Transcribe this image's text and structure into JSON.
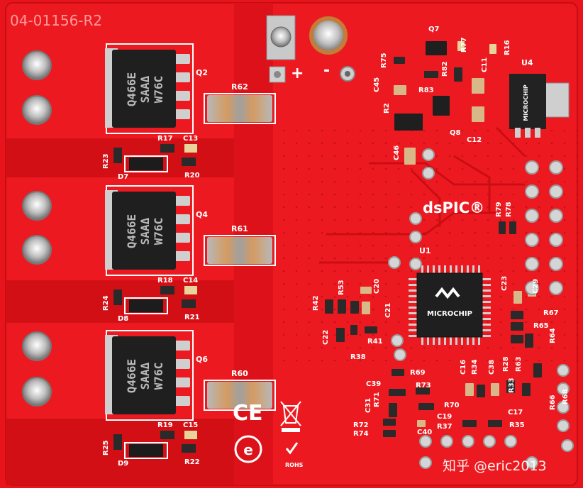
{
  "board": {
    "part_number": "04-01156-R2",
    "brand_label": "dsPIC®",
    "polarity_plus": "+",
    "polarity_minus": "-",
    "rohs_label": "ROHS",
    "ce_mark": "CE"
  },
  "mosfets": [
    {
      "ref": "Q2",
      "marking": [
        "Q466E",
        "SAAΔ",
        "W76C"
      ],
      "shunt": "R62",
      "r_a": "R17",
      "c": "C13",
      "r_b": "R23",
      "r_c": "R20",
      "diode": "D7"
    },
    {
      "ref": "Q4",
      "marking": [
        "Q466E",
        "SAAΔ",
        "W76C"
      ],
      "shunt": "R61",
      "r_a": "R18",
      "c": "C14",
      "r_b": "R24",
      "r_c": "R21",
      "diode": "D8"
    },
    {
      "ref": "Q6",
      "marking": [
        "Q466E",
        "SAAΔ",
        "W76C"
      ],
      "shunt": "R60",
      "r_a": "R19",
      "c": "C15",
      "r_b": "R25",
      "r_c": "R22",
      "diode": "D9"
    }
  ],
  "mcu": {
    "ref": "U1",
    "logo": "MICROCHIP"
  },
  "regulator": {
    "ref": "U4",
    "logo": "MICROCHIP"
  },
  "designators": [
    "Q7",
    "R77",
    "R16",
    "R75",
    "R82",
    "C11",
    "R83",
    "C45",
    "R2",
    "Q8",
    "C12",
    "C46",
    "R79",
    "R78",
    "R42",
    "R53",
    "C20",
    "C21",
    "C22",
    "R41",
    "R38",
    "C23",
    "C29",
    "R67",
    "R65",
    "R64",
    "R69",
    "C39",
    "R73",
    "C16",
    "R34",
    "C38",
    "R28",
    "R63",
    "R33",
    "R66",
    "R68",
    "C31",
    "R71",
    "R70",
    "C19",
    "R37",
    "C17",
    "R35",
    "R72",
    "R74",
    "C40"
  ],
  "watermark": "知乎 @eric2013",
  "colors": {
    "pcb": "#e8141b",
    "pcb_dark": "#c70c12",
    "silk": "#ffffff",
    "chip": "#1f1f1f",
    "solder": "#c8c8c8",
    "copper": "#d9a06a"
  }
}
